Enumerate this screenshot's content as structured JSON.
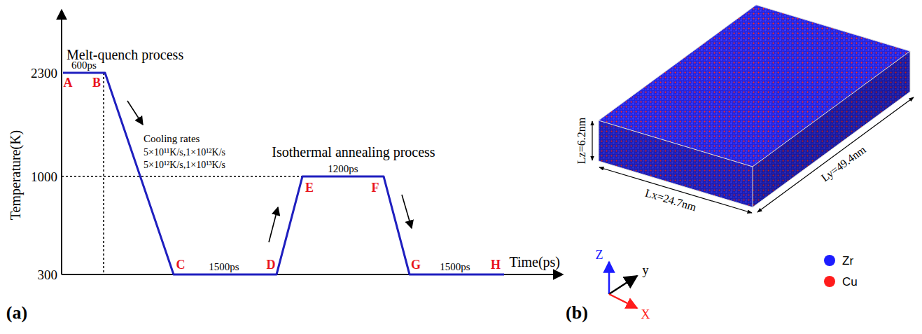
{
  "diagram": {
    "labels": [
      "Melt-quench process",
      "600ps",
      "A",
      "B",
      "2300",
      "Temperature(K)",
      "Cooling rates",
      "5×10¹¹K/s,1×10¹²K/s",
      "5×10¹²K/s,1×10¹³K/s",
      "1000",
      "Isothermal annealing process",
      "1200ps",
      "E",
      "F",
      "300",
      "C",
      "1500ps",
      "D",
      "G",
      "1500ps",
      "H",
      "Time(ps)",
      "(a)",
      "Lz=6.2nm",
      "Lx=24.7nm",
      "Ly=49.4nm",
      "Z",
      "y",
      "X",
      "(b)"
    ],
    "legend": [
      {
        "text": "Zr",
        "color": "#1c1cff"
      },
      {
        "text": "Cu",
        "color": "#ff1c1c"
      }
    ]
  }
}
